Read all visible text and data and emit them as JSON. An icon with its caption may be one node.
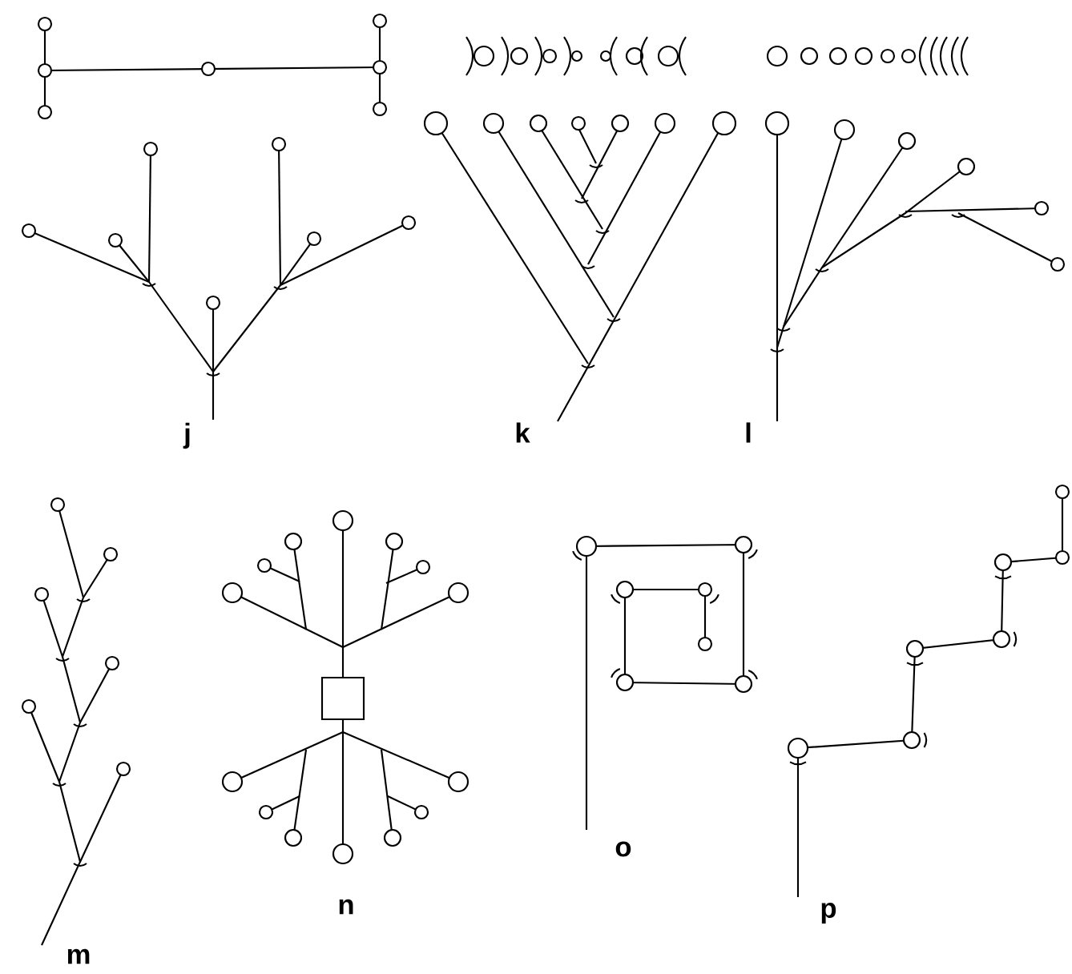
{
  "diagram": {
    "labels": [
      "j",
      "k",
      "l",
      "m",
      "n",
      "o",
      "p"
    ]
  }
}
